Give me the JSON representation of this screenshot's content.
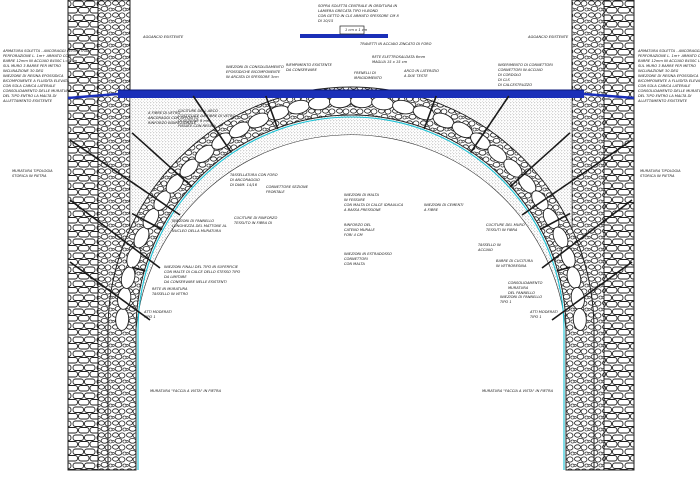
{
  "drawing": {
    "top_notes": {
      "slab_note": [
        "SOPRA SOLETTA CENTRALE IN ORDITURA IN",
        "LAMIERA GRECATA TIPO HI-BOND",
        "CON GETTO IN CLS ARMATO SPESSORE CM 8",
        "DI 10/15",
        "1 cm x 1 cm"
      ],
      "lightweight_fill_left": "AGGANCIO ESISTENTE",
      "lightweight_fill_right": "AGGANCIO ESISTENTE",
      "galvanized_mesh": "TRAVETTI IN ACCIAIO ZINCATO DI FORO",
      "rete_elettrosaldata": [
        "RETE ELETTROSALDATA 6mm",
        "MAGLIA 15 x 15 cm"
      ]
    },
    "left_notes": {
      "steel_rods": [
        "ARMATURA SOLETTA - ANCORAGGI PERIMETRALI",
        "PERFORAZIONE L. 1m+ ARMATO CON",
        "BARRE 12mm IN ACCIAIO B450C L=0,7m",
        "SUL MURO 3 BARRE PER METRO",
        "INCLINAZIONE 30 DEG",
        "INIEZIONE DI RESINA EPOSSIDICA",
        "BICOMPONENTE A FLUIDITA ELEVATA",
        "CON SOLA CARICA LATERALE",
        "CONSOLIDAMENTO DELLE MURATURE",
        "DEL TIPO ENTRO LA MALTA DI",
        "ALLETTAMENTO ESISTENTE"
      ],
      "cuciture": [
        "CUCITURE DELL ARCO",
        "COSTITUITE DA FIBRE DI VETRO",
        "DI SEZIONE 6 mm",
        "FISSATE CON RESINA"
      ],
      "injections": [
        "INIEZIONI DI CONSOLIDAMENTO",
        "EPOSSIDICHE BICOMPONENTE",
        "IN ARCATA DI SPESSORE 3cm",
        "A FIBRE DI VETRO",
        "ANCORAGGI CON APPOSITO",
        "RINFORZO BIDIREZIONALE"
      ],
      "tassellatura": [
        "TASSELLATURA CON FORO",
        "DI ANCORAGGIO",
        "DI DIAM. 14/16"
      ],
      "connettore": [
        "CONNETTORE SEZIONE",
        "FRONTALE"
      ],
      "cuciture_arco": [
        "CUCITURE DI RINFORZO",
        "TESSUTO IN FIBRA DI"
      ],
      "pannello": [
        "INIEZIONI DI PANNELLO",
        "LUNGHEZZA DEL MATTONE AL",
        "NUCLEO DELLA MURATURA"
      ],
      "injections_extrados": [
        "INIEZIONI FINALI DEL TIPO IN SUPERFICIE",
        "CON MALTE DI CALCE DELLO STESSO TIPO",
        "DA LIMITARE",
        "DA CONSERVARE NELLE ESISTENTI"
      ],
      "rete_muratura": [
        "RETE IN MURATURA",
        "TASSELLO IN VETRO"
      ],
      "left_wall_label": [
        "MURATURA TIPOLOGIA",
        "STORICA IN PIETRA"
      ],
      "left_wall_bottom": "MURATURA \"FACCIA A VISTA\" IN PIETRA",
      "left_bottom_note": [
        "ATTI MODERATI",
        "TIPO 1"
      ]
    },
    "right_notes": {
      "armatura": [
        "ARMATURA SOLETTA - ANCORAGGI PERIMETRALI",
        "PERFORAZIONE L. 1m+ ARMATO CON",
        "BARRE 12mm IN ACCIAIO B450C L=0,7m",
        "SUL MURO 3 BARRE PER METRO",
        "INCLINAZIONE 30 DEG",
        "INIEZIONE DI RESINA EPOSSIDICA",
        "BICOMPONENTE A FLUIDITA ELEVATA",
        "CON SOLA CARICA LATERALE",
        "CONSOLIDAMENTO DELLE MURATURE",
        "DEL TIPO ENTRO LA MALTA DI",
        "ALLETTAMENTO ESISTENTE"
      ],
      "crown_notes": [
        "INSERIMENTO DI CONNETTORI",
        "CONNETTORI IN ACCIAIO",
        "DI CORDOLO",
        "DI CLS",
        "DI CALCESTRUZZO"
      ],
      "insertion": [
        "INIEZIONI DI CEMENTI",
        "A FIBRE"
      ],
      "chiodature": [
        "BARRE DI CUCITURA",
        "IN VETRORESINA"
      ],
      "fiber": [
        "CUCITURE DEL MURO",
        "TESSUTI IN FIBRA"
      ],
      "right_wall_label": [
        "MURATURA TIPOLOGIA",
        "STORICA IN PIETRA"
      ],
      "right_wall_bottom": "MURATURA \"FACCIA A VISTA\" IN PIETRA",
      "right_bottom_note": [
        "ATTI MODERATI",
        "TIPO 1"
      ],
      "centre_notes": [
        "INIEZIONI IN ESTRADOSSO",
        "CONNETTORI",
        "CON MALTA"
      ],
      "mid_right": [
        "TASSELLO IN",
        "ACCIAIO"
      ],
      "pannello_right": [
        "INIEZIONI DI PANNELLO",
        "TIPO 1"
      ],
      "struct_right": [
        "CONSOLIDAMENTO",
        "MURATURA",
        "DEL PANNELLO"
      ]
    },
    "centre_notes": {
      "crown_fill": [
        "RIEMPIMENTO ESISTENTE",
        "DA CONSERVARE"
      ],
      "frenelli": [
        "FRENELLI DI",
        "IRRIGIDIMENTO"
      ],
      "arch_rings": [
        "ARCO IN LATERIZIO",
        "A DUE TESTE"
      ],
      "iniezioni": [
        "INIEZIONI DI MALTA",
        "IN FESSURE",
        "CON MALTA DI CALCE IDRAULICA",
        "A BASSA PRESSIONE"
      ],
      "intermedie": [
        "RINFORZO DEL",
        "CATENO MURALE",
        "FORI 4 CM"
      ]
    }
  },
  "colors": {
    "slab_blue": "#1a2fb8",
    "reinforcement_cyan": "#19c3d6",
    "stone_outline": "#1a1a1a",
    "hatch": "#6a6a6a"
  }
}
